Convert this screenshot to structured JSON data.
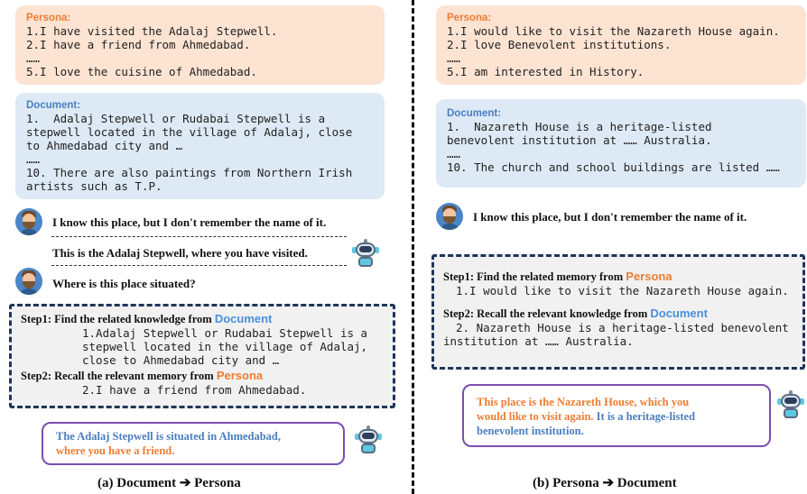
{
  "left": {
    "persona": {
      "heading": "Persona:",
      "lines": [
        "1.I have visited the Adalaj Stepwell.",
        "2.I have a friend from Ahmedabad.",
        "……",
        "5.I love the cuisine of Ahmedabad."
      ]
    },
    "document": {
      "heading": "Document:",
      "lines": [
        "1.  Adalaj Stepwell or Rudabai Stepwell is a",
        "stepwell located in the village of Adalaj, close",
        "to Ahmedabad city and …",
        "……",
        "10. There are also paintings from Northern Irish",
        "artists such as T.P."
      ]
    },
    "dialogue": {
      "user1": "I know this place, but I don't remember the name of it.",
      "bot1": "This is the Adalaj Stepwell, where you have visited.",
      "user2": "Where is this place situated?"
    },
    "steps": {
      "step1_prefix": "Step1: Find the related knowledge from ",
      "step1_keyword": "Document",
      "step1_lines": [
        "1.Adalaj Stepwell or Rudabai Stepwell is a",
        "stepwell located in the village of Adalaj,",
        "close to Ahmedabad city and …"
      ],
      "step2_prefix": "Step2: Recall the relevant memory from ",
      "step2_keyword": "Persona",
      "step2_lines": [
        "2.I have a friend from Ahmedabad."
      ]
    },
    "answer": {
      "part1": "The Adalaj Stepwell is situated in Ahmedabad,",
      "part2": "where you have a friend."
    },
    "caption": "(a) Document ➔ Persona"
  },
  "right": {
    "persona": {
      "heading": "Persona:",
      "lines": [
        "1.I would like to visit the Nazareth House again.",
        "2.I love Benevolent institutions.",
        "……",
        "5.I am interested in History."
      ]
    },
    "document": {
      "heading": "Document:",
      "lines": [
        "1.  Nazareth House is a heritage-listed",
        "benevolent institution at …… Australia.",
        "……",
        "10. The church and school buildings are listed ……"
      ]
    },
    "dialogue": {
      "user1": "I know this place, but I don't remember the name of it."
    },
    "steps": {
      "step1_prefix": "Step1: Find the related memory from ",
      "step1_keyword": "Persona",
      "step1_lines": [
        "1.I would like to visit the Nazareth House again."
      ],
      "step2_prefix": "Step2: Recall the relevant knowledge from ",
      "step2_keyword": "Document",
      "step2_lines": [
        "2. Nazareth House is a heritage-listed benevolent",
        "institution at …… Australia."
      ]
    },
    "answer": {
      "part1": "This place is the Nazareth House, which you",
      "part2": "would like to visit again.",
      "part3": " It is a heritage-listed",
      "part4": "benevolent institution."
    },
    "caption": "(b) Persona ➔ Document"
  },
  "colors": {
    "persona_bg": "#fce3d2",
    "document_bg": "#dde9f5",
    "persona_accent": "#ed7d31",
    "document_accent": "#4a7ebf",
    "step_border": "#1f3559",
    "answer_border": "#7a4fb0"
  },
  "icons": [
    "user-avatar-icon",
    "robot-icon"
  ]
}
